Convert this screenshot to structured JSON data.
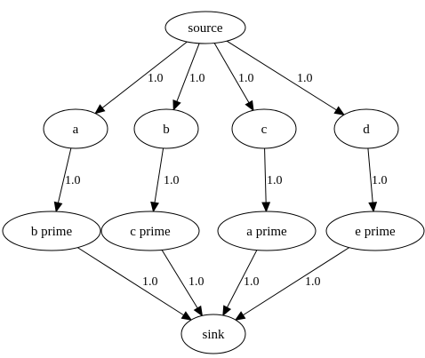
{
  "graph": {
    "nodes": [
      {
        "id": "source",
        "label": "source"
      },
      {
        "id": "a",
        "label": "a"
      },
      {
        "id": "b",
        "label": "b"
      },
      {
        "id": "c",
        "label": "c"
      },
      {
        "id": "d",
        "label": "d"
      },
      {
        "id": "b_prime",
        "label": "b prime"
      },
      {
        "id": "c_prime",
        "label": "c prime"
      },
      {
        "id": "a_prime",
        "label": "a prime"
      },
      {
        "id": "e_prime",
        "label": "e prime"
      },
      {
        "id": "sink",
        "label": "sink"
      }
    ],
    "edges": [
      {
        "from": "source",
        "to": "a",
        "label": "1.0"
      },
      {
        "from": "source",
        "to": "b",
        "label": "1.0"
      },
      {
        "from": "source",
        "to": "c",
        "label": "1.0"
      },
      {
        "from": "source",
        "to": "d",
        "label": "1.0"
      },
      {
        "from": "a",
        "to": "b_prime",
        "label": "1.0"
      },
      {
        "from": "b",
        "to": "c_prime",
        "label": "1.0"
      },
      {
        "from": "c",
        "to": "a_prime",
        "label": "1.0"
      },
      {
        "from": "d",
        "to": "e_prime",
        "label": "1.0"
      },
      {
        "from": "b_prime",
        "to": "sink",
        "label": "1.0"
      },
      {
        "from": "c_prime",
        "to": "sink",
        "label": "1.0"
      },
      {
        "from": "a_prime",
        "to": "sink",
        "label": "1.0"
      },
      {
        "from": "e_prime",
        "to": "sink",
        "label": "1.0"
      }
    ]
  }
}
